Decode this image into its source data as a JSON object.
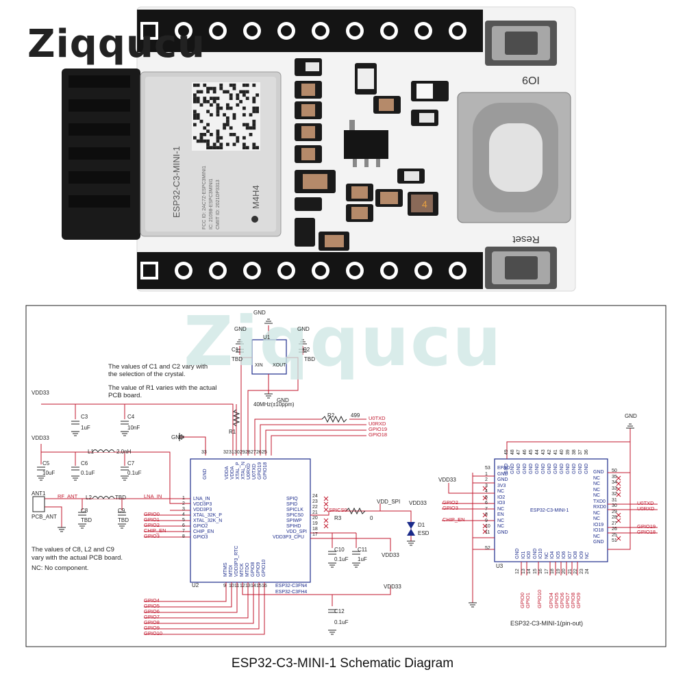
{
  "brand": "Ziqqucu",
  "watermark": "Ziqqucu",
  "caption": "ESP32-C3-MINI-1 Schematic Diagram",
  "board": {
    "module_text": "ESP32-C3-MINI-1",
    "module_mark": "M4H4",
    "fcc_lines": [
      "FCC ID: 2AC7Z-ESPC3MINI1",
      "IC: 21098-ESPC3MINI1",
      "CMIIT ID: 2021DP3313"
    ],
    "button_top_label": "IO9",
    "button_bottom_label": "Reset",
    "chip_label": "4"
  },
  "notes": {
    "crystal": [
      "The values of C1 and C2 vary with",
      "the selection of the crystal."
    ],
    "r1": [
      "The value of R1 varies with the actual",
      "PCB board."
    ],
    "c8": [
      "The values of C8, L2 and C9",
      "vary with the actual PCB board.",
      "NC: No component."
    ]
  },
  "components": {
    "vdd33": "VDD33",
    "gnd": "GND",
    "c1": "C1",
    "c1v": "TBD",
    "c2": "C2",
    "c2v": "TBD",
    "u1": "U1",
    "xin": "XIN",
    "xout": "XOUT",
    "xtal": "40MHz(±10ppm)",
    "r1": "R1",
    "c3": "C3",
    "c3v": "1uF",
    "c4": "C4",
    "c4v": "10nF",
    "c5": "C5",
    "c5v": "10uF",
    "c6": "C6",
    "c6v": "0.1uF",
    "c7": "C7",
    "c7v": "0.1uF",
    "l1": "L1",
    "l1v": "2.0nH",
    "l2": "L2",
    "l2v": "TBD",
    "c8": "C8",
    "c8v": "TBD",
    "c9": "C9",
    "c9v": "TBD",
    "ant": "ANT1",
    "antv": "PCB_ANT",
    "rf_ant": "RF_ANT",
    "lna_in": "LNA_IN",
    "r2": "R2",
    "r2v": "499",
    "r3": "R3",
    "r3v": "0",
    "c10": "C10",
    "c10v": "0.1uF",
    "c11": "C11",
    "c11v": "1uF",
    "c12": "C12",
    "c12v": "0.1uF",
    "d1": "D1",
    "d1v": "ESD",
    "vdd_spi": "VDD_SPI",
    "u2": "U2",
    "u2_name": [
      "ESP32-C3FN4",
      "ESP32-C3FH4"
    ],
    "u3": "U3",
    "u3_name": "ESP32-C3-MINI-1",
    "u3_caption": "ESP32-C3-MINI-1(pin-out)",
    "spics0": "SPICS0"
  },
  "nets": {
    "u0txd": "U0TXD",
    "u0rxd": "U0RXD",
    "gpio19": "GPIO19",
    "gpio18": "GPIO18",
    "left_gpio": [
      "GPIO0",
      "GPIO1",
      "GPIO2",
      "CHIP_EN",
      "GPIO3"
    ],
    "bottom_gpio": [
      "GPIO4",
      "GPIO5",
      "GPIO6",
      "GPIO7",
      "GPIO8",
      "GPIO9",
      "GPIO10"
    ],
    "u3_left": [
      "GPIO2",
      "GPIO3",
      "CHIP_EN"
    ],
    "u3_right": [
      "U0TXD",
      "U0RXD",
      "GPIO19",
      "GPIO18"
    ],
    "u3_bottom": [
      "GPIO0",
      "GPIO1",
      "GPIO10",
      "GPIO4",
      "GPIO5",
      "GPIO6",
      "GPIO7",
      "GPIO8",
      "GPIO9"
    ]
  },
  "u2_pins": {
    "left": [
      "LNA_IN",
      "VDD3P3",
      "VDD3P3",
      "XTAL_32K_P",
      "XTAL_32K_N",
      "GPIO2",
      "CHIP_EN",
      "GPIO3"
    ],
    "left_nums": [
      "1",
      "2",
      "3",
      "4",
      "5",
      "6",
      "7",
      "8"
    ],
    "top": [
      "GND",
      "VDDA",
      "VDDA",
      "XTAL_P",
      "XTAL_N",
      "U0RXD",
      "U0TXD",
      "GPIO19",
      "GPIO18"
    ],
    "top_nums": [
      "33",
      "32",
      "31",
      "30",
      "29",
      "28",
      "27",
      "26",
      "25"
    ],
    "right": [
      "SPIQ",
      "SPID",
      "SPICLK",
      "SPICS0",
      "SPIWP",
      "SPIHD",
      "VDD_SPI",
      "VDD3P3_CPU"
    ],
    "right_nums": [
      "24",
      "23",
      "22",
      "21",
      "20",
      "19",
      "18",
      "17"
    ],
    "bottom": [
      "MTMS",
      "MTDI",
      "VDD3P3_RTC",
      "MTCK",
      "MTDO",
      "GPIO8",
      "GPIO9",
      "GPIO10"
    ],
    "bottom_nums": [
      "9",
      "10",
      "11",
      "12",
      "13",
      "14",
      "15",
      "16"
    ]
  },
  "u3_pins": {
    "left": [
      "EPAD",
      "GND",
      "GND",
      "3V3",
      "NC",
      "IO2",
      "IO3",
      "NC",
      "EN",
      "NC",
      "NC",
      "GND"
    ],
    "left_nums": [
      "53",
      "1",
      "2",
      "3",
      "4",
      "5",
      "6",
      "7",
      "8",
      "9",
      "10",
      "11"
    ],
    "right": [
      "GND",
      "NC",
      "NC",
      "NC",
      "NC",
      "TXD0",
      "RXD0",
      "NC",
      "NC",
      "IO19",
      "IO18",
      "NC",
      "GND"
    ],
    "right_nums": [
      "50",
      "35",
      "34",
      "33",
      "32",
      "31",
      "30",
      "29",
      "28",
      "27",
      "26",
      "25",
      "51"
    ],
    "bottom": [
      "GND",
      "IO1",
      "IO0",
      "GND",
      "IO10",
      "NC",
      "IO4",
      "IO5",
      "IO6",
      "IO7",
      "IO8",
      "IO9",
      "NC"
    ],
    "bottom_nums": [
      "12",
      "13",
      "14",
      "15",
      "16",
      "17",
      "18",
      "19",
      "20",
      "21",
      "22",
      "23",
      "24"
    ],
    "top_nums": [
      "49",
      "48",
      "47",
      "46",
      "45",
      "44",
      "43",
      "42",
      "41",
      "40",
      "39",
      "38",
      "37",
      "36"
    ],
    "top_label": "GND",
    "gnd_bottom_left": "52"
  },
  "colors": {
    "wire_red": "#c0162b",
    "chip_blue": "#1a2a8a",
    "teal": "#1f9f8f"
  }
}
